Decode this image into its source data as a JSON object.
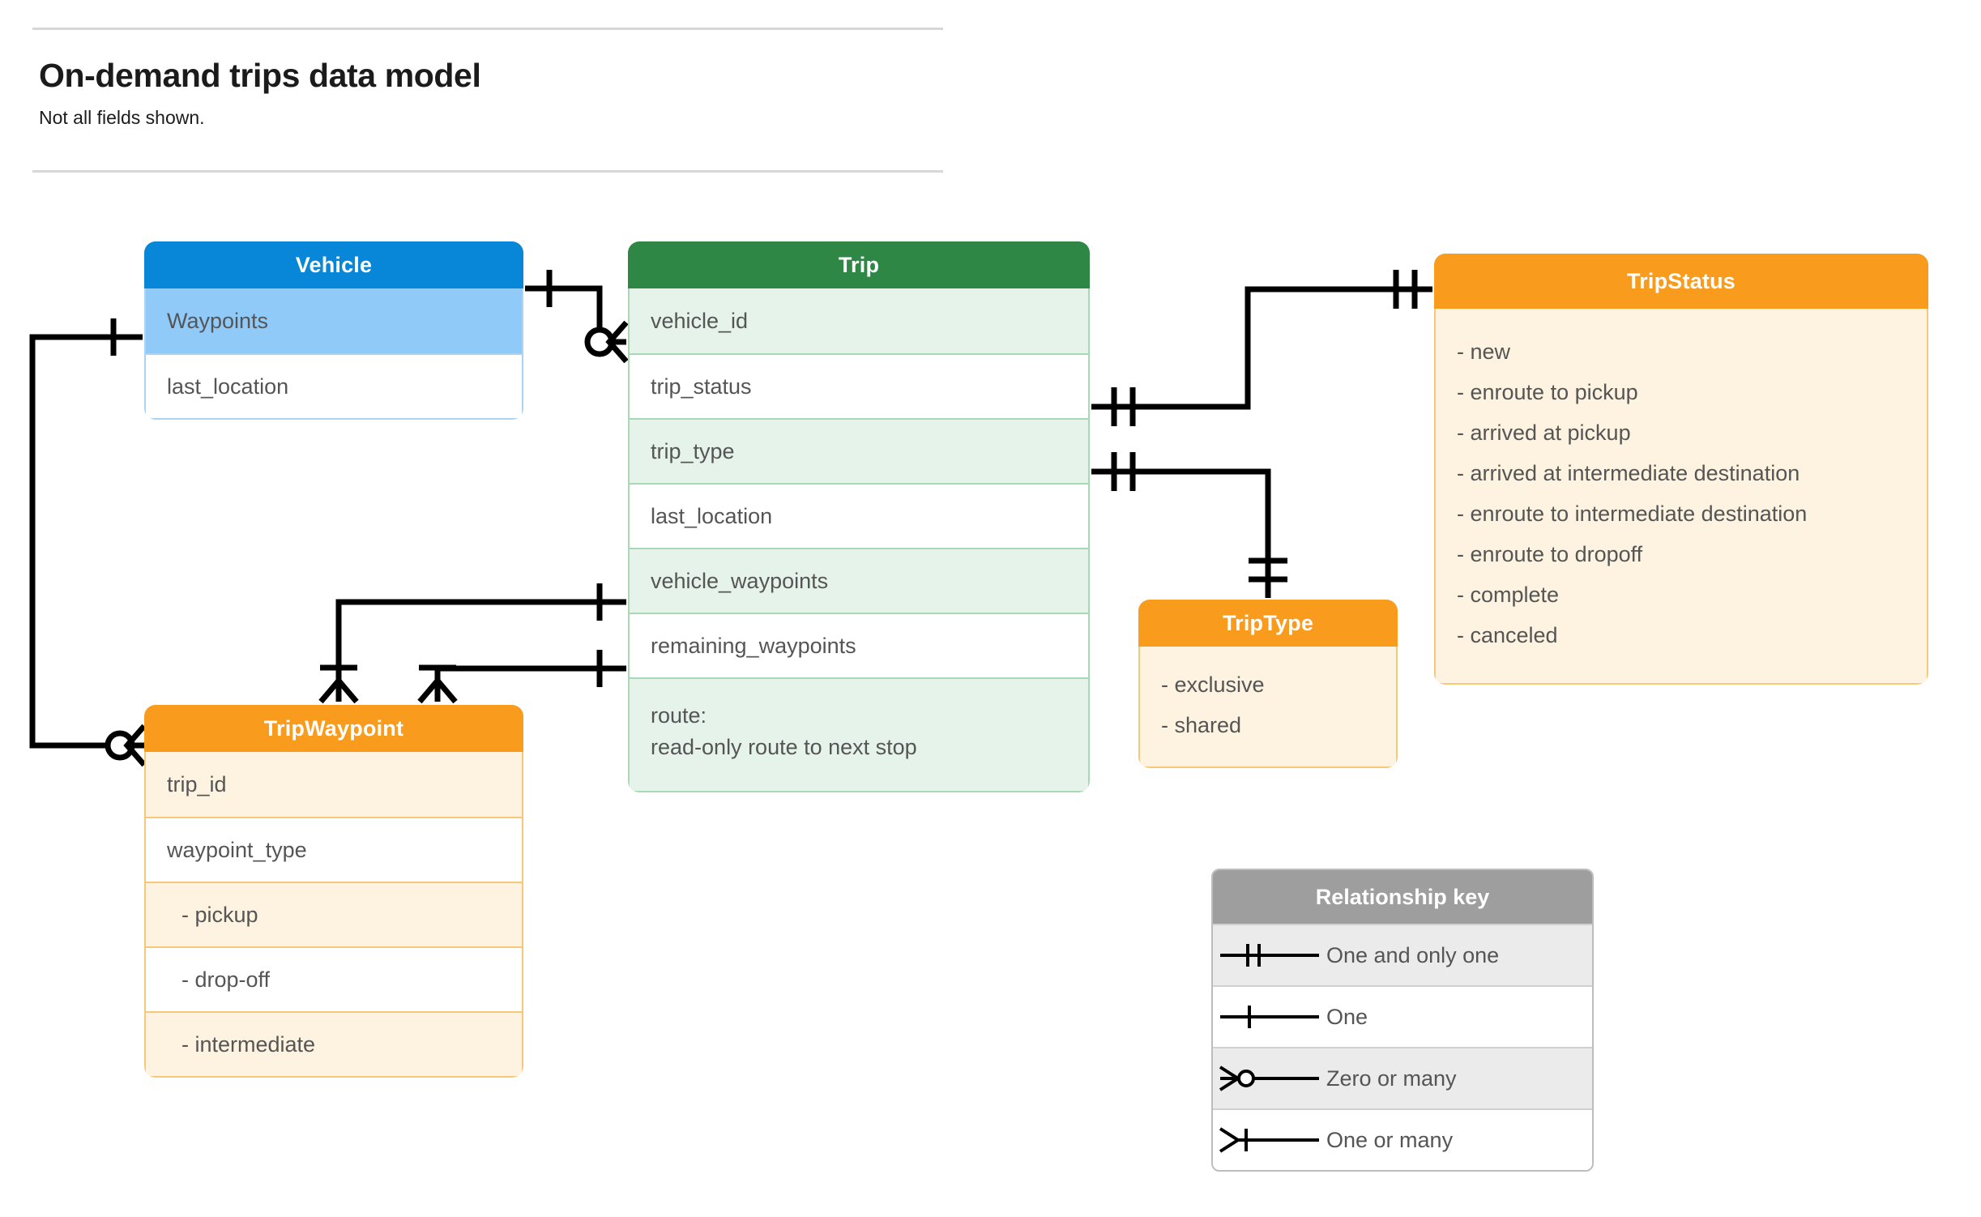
{
  "header": {
    "title": "On-demand trips data model",
    "subtitle": "Not all fields shown."
  },
  "entities": {
    "vehicle": {
      "name": "Vehicle",
      "header_color": "#0886d8",
      "fields": [
        {
          "label": "Waypoints"
        },
        {
          "label": "last_location"
        }
      ]
    },
    "trip": {
      "name": "Trip",
      "header_color": "#2e8745",
      "fields": [
        {
          "label": "vehicle_id"
        },
        {
          "label": "trip_status"
        },
        {
          "label": "trip_type"
        },
        {
          "label": "last_location"
        },
        {
          "label": "vehicle_waypoints"
        },
        {
          "label": "remaining_waypoints"
        },
        {
          "label": "route:",
          "sublabel": "read-only route to next stop"
        }
      ]
    },
    "tripwaypoint": {
      "name": "TripWaypoint",
      "header_color": "#f99b1c",
      "fields": [
        {
          "label": "trip_id"
        },
        {
          "label": "waypoint_type"
        },
        {
          "label": "-  pickup"
        },
        {
          "label": "-  drop-off"
        },
        {
          "label": "-  intermediate"
        }
      ]
    },
    "tripstatus": {
      "name": "TripStatus",
      "header_color": "#f99b1c",
      "values": [
        "- new",
        "- enroute to pickup",
        "- arrived at pickup",
        "- arrived at intermediate destination",
        "- enroute to intermediate destination",
        "- enroute to dropoff",
        "- complete",
        "- canceled"
      ]
    },
    "triptype": {
      "name": "TripType",
      "header_color": "#f99b1c",
      "values": [
        "- exclusive",
        "- shared"
      ]
    }
  },
  "legend": {
    "title": "Relationship key",
    "rows": [
      {
        "symbol": "one-and-only-one",
        "label": "One and only one"
      },
      {
        "symbol": "one",
        "label": "One"
      },
      {
        "symbol": "zero-or-many",
        "label": "Zero or many"
      },
      {
        "symbol": "one-or-many",
        "label": "One or many"
      }
    ]
  },
  "relationships": [
    {
      "from": "Vehicle",
      "to": "Trip.vehicle_id",
      "from_cardinality": "one",
      "to_cardinality": "zero-or-many"
    },
    {
      "from": "Vehicle.Waypoints",
      "to": "TripWaypoint",
      "from_cardinality": "one",
      "to_cardinality": "zero-or-many"
    },
    {
      "from": "Trip.trip_status",
      "to": "TripStatus",
      "from_cardinality": "one-and-only-one",
      "to_cardinality": "one-and-only-one"
    },
    {
      "from": "Trip.trip_type",
      "to": "TripType",
      "from_cardinality": "one-and-only-one",
      "to_cardinality": "one-and-only-one"
    },
    {
      "from": "Trip.vehicle_waypoints",
      "to": "TripWaypoint",
      "from_cardinality": "one",
      "to_cardinality": "one-or-many"
    },
    {
      "from": "Trip.remaining_waypoints",
      "to": "TripWaypoint",
      "from_cardinality": "one",
      "to_cardinality": "one-or-many"
    }
  ],
  "colors": {
    "blue_header": "#0886d8",
    "blue_row": "#90caf9",
    "green_header": "#2e8745",
    "green_row": "#e6f3ea",
    "orange_header": "#f99b1c",
    "cream_row": "#fdf3e0",
    "gray_header": "#9e9e9e"
  }
}
